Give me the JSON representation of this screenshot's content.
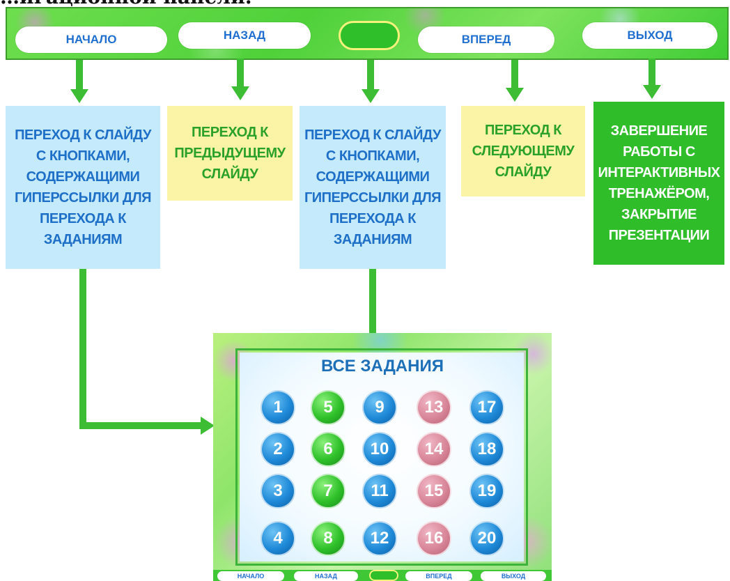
{
  "heading": "…игационной панели.",
  "nav": {
    "start_label": "НАЧАЛО",
    "back_label": "НАЗАД",
    "forward_label": "ВПЕРЕД",
    "exit_label": "ВЫХОД"
  },
  "boxes": {
    "start": "ПЕРЕХОД К СЛАЙДУ С КНОПКАМИ, СОДЕРЖАЩИМИ ГИПЕРССЫЛКИ ДЛЯ ПЕРЕХОДА К ЗАДАНИЯМ",
    "back": "ПЕРЕХОД К ПРЕДЫДУЩЕМУ СЛАЙДУ",
    "center": "ПЕРЕХОД К СЛАЙДУ С КНОПКАМИ, СОДЕРЖАЩИМИ ГИПЕРССЫЛКИ ДЛЯ ПЕРЕХОДА К ЗАДАНИЯМ",
    "forward": "ПЕРЕХОД К СЛЕДУЮЩЕМУ СЛАЙДУ",
    "exit": "ЗАВЕРШЕНИЕ РАБОТЫ С ИНТЕРАКТИВНЫХ ТРЕНАЖЁРОМ, ЗАКРЫТИЕ ПРЕЗЕНТАЦИИ"
  },
  "slide": {
    "title": "ВСЕ ЗАДАНИЯ",
    "tasks": [
      {
        "num": "1",
        "color": "blue"
      },
      {
        "num": "2",
        "color": "blue"
      },
      {
        "num": "3",
        "color": "blue"
      },
      {
        "num": "4",
        "color": "blue"
      },
      {
        "num": "5",
        "color": "green"
      },
      {
        "num": "6",
        "color": "green"
      },
      {
        "num": "7",
        "color": "green"
      },
      {
        "num": "8",
        "color": "green"
      },
      {
        "num": "9",
        "color": "blue"
      },
      {
        "num": "10",
        "color": "blue"
      },
      {
        "num": "11",
        "color": "blue"
      },
      {
        "num": "12",
        "color": "blue"
      },
      {
        "num": "13",
        "color": "pink"
      },
      {
        "num": "14",
        "color": "pink"
      },
      {
        "num": "15",
        "color": "pink"
      },
      {
        "num": "16",
        "color": "pink"
      },
      {
        "num": "17",
        "color": "blue"
      },
      {
        "num": "18",
        "color": "blue"
      },
      {
        "num": "19",
        "color": "blue"
      },
      {
        "num": "20",
        "color": "blue"
      }
    ],
    "nav": {
      "start_label": "НАЧАЛО",
      "back_label": "НАЗАД",
      "forward_label": "ВПЕРЕД",
      "exit_label": "ВЫХОД"
    }
  },
  "colors": {
    "arrow": "#3dbd34",
    "nav_text": "#1f6fd0",
    "box_blue_bg": "#c5eafb",
    "box_yellow_bg": "#fbf4a6",
    "box_green_bg": "#2fbe2a"
  }
}
